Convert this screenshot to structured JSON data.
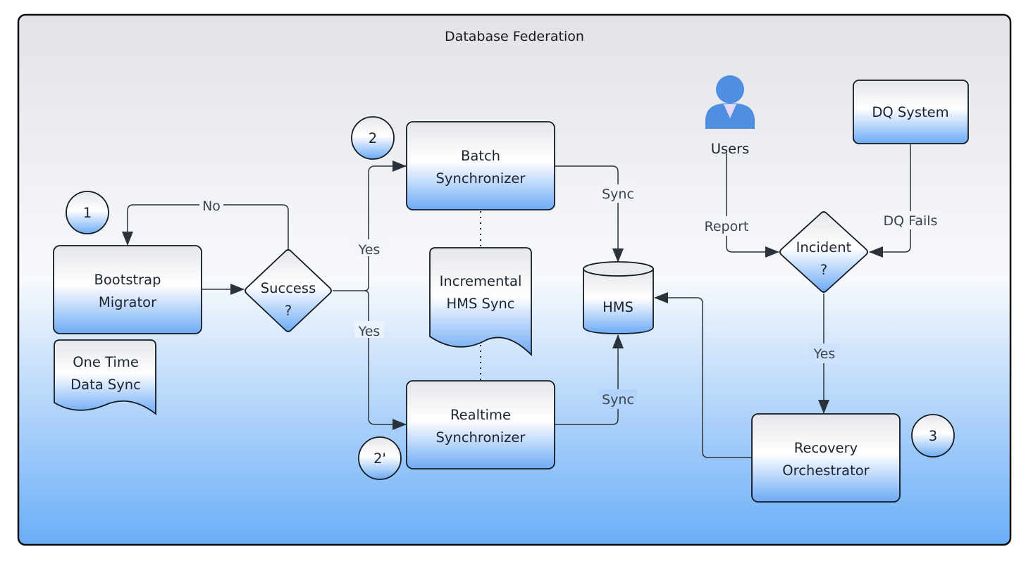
{
  "diagram": {
    "title": "Database Federation",
    "colors": {
      "frame_top": "#e1e3e7",
      "frame_mid": "#f7f9fc",
      "frame_bottom": "#6aaef8",
      "shape_top": "#e4e6ea",
      "shape_mid": "#ffffff",
      "shape_bottom": "#6caaf5",
      "user_icon": "#4f8fe2",
      "user_collar": "#e6d8f5",
      "stroke": "#141a22"
    },
    "nodes": {
      "step1": {
        "label": "1",
        "shape": "circle"
      },
      "step2": {
        "label": "2",
        "shape": "circle"
      },
      "step2p": {
        "label": "2'",
        "shape": "circle"
      },
      "step3": {
        "label": "3",
        "shape": "circle"
      },
      "bootstrap": {
        "lines": [
          "Bootstrap",
          "Migrator"
        ],
        "shape": "process"
      },
      "one_time": {
        "lines": [
          "One Time",
          "Data Sync"
        ],
        "shape": "document"
      },
      "success": {
        "lines": [
          "Success",
          "?"
        ],
        "shape": "decision"
      },
      "batch": {
        "lines": [
          "Batch",
          "Synchronizer"
        ],
        "shape": "process"
      },
      "incremental": {
        "lines": [
          "Incremental",
          "HMS Sync"
        ],
        "shape": "document"
      },
      "realtime": {
        "lines": [
          "Realtime",
          "Synchronizer"
        ],
        "shape": "process"
      },
      "hms": {
        "label": "HMS",
        "shape": "database"
      },
      "users": {
        "label": "Users",
        "shape": "actor",
        "icon": "user-icon"
      },
      "dq_system": {
        "label": "DQ System",
        "shape": "process"
      },
      "incident": {
        "lines": [
          "Incident",
          "?"
        ],
        "shape": "decision"
      },
      "recovery": {
        "lines": [
          "Recovery",
          "Orchestrator"
        ],
        "shape": "process"
      }
    },
    "edges": [
      {
        "from": "bootstrap",
        "to": "success",
        "label": ""
      },
      {
        "from": "success",
        "to": "bootstrap",
        "label": "No"
      },
      {
        "from": "success",
        "to": "batch",
        "label": "Yes"
      },
      {
        "from": "success",
        "to": "realtime",
        "label": "Yes"
      },
      {
        "from": "batch",
        "to": "hms",
        "label": "Sync"
      },
      {
        "from": "realtime",
        "to": "hms",
        "label": "Sync"
      },
      {
        "from": "batch",
        "to": "incremental",
        "label": "",
        "style": "dotted"
      },
      {
        "from": "incremental",
        "to": "realtime",
        "label": "",
        "style": "dotted"
      },
      {
        "from": "users",
        "to": "incident",
        "label": "Report"
      },
      {
        "from": "dq_system",
        "to": "incident",
        "label": "DQ Fails"
      },
      {
        "from": "incident",
        "to": "recovery",
        "label": "Yes"
      },
      {
        "from": "recovery",
        "to": "hms",
        "label": ""
      }
    ],
    "edge_labels": {
      "no": "No",
      "yes_batch": "Yes",
      "yes_realtime": "Yes",
      "sync_batch": "Sync",
      "sync_realtime": "Sync",
      "report": "Report",
      "dq_fails": "DQ Fails",
      "yes_incident": "Yes"
    }
  }
}
